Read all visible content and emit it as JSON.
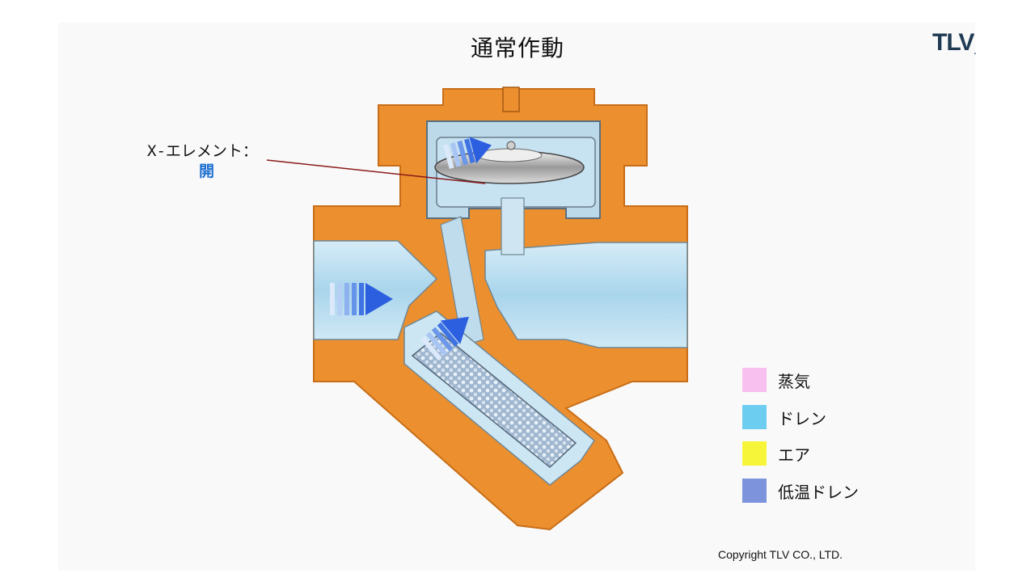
{
  "title": "通常作動",
  "logo": {
    "text": "TLV",
    "mark": "."
  },
  "callout": {
    "label": "X-エレメント：",
    "state": "開"
  },
  "legend": [
    {
      "label": "蒸気",
      "color": "#f7c0ef"
    },
    {
      "label": "ドレン",
      "color": "#6dcdf0"
    },
    {
      "label": "エア",
      "color": "#f6f53a"
    },
    {
      "label": "低温ドレン",
      "color": "#7d94dc"
    }
  ],
  "colors": {
    "body": "#ec8f2e",
    "body_dark": "#c86e18",
    "fluid": "#b9dff0",
    "arrow": "#3d6fe0"
  },
  "copyright": "Copyright TLV CO., LTD."
}
